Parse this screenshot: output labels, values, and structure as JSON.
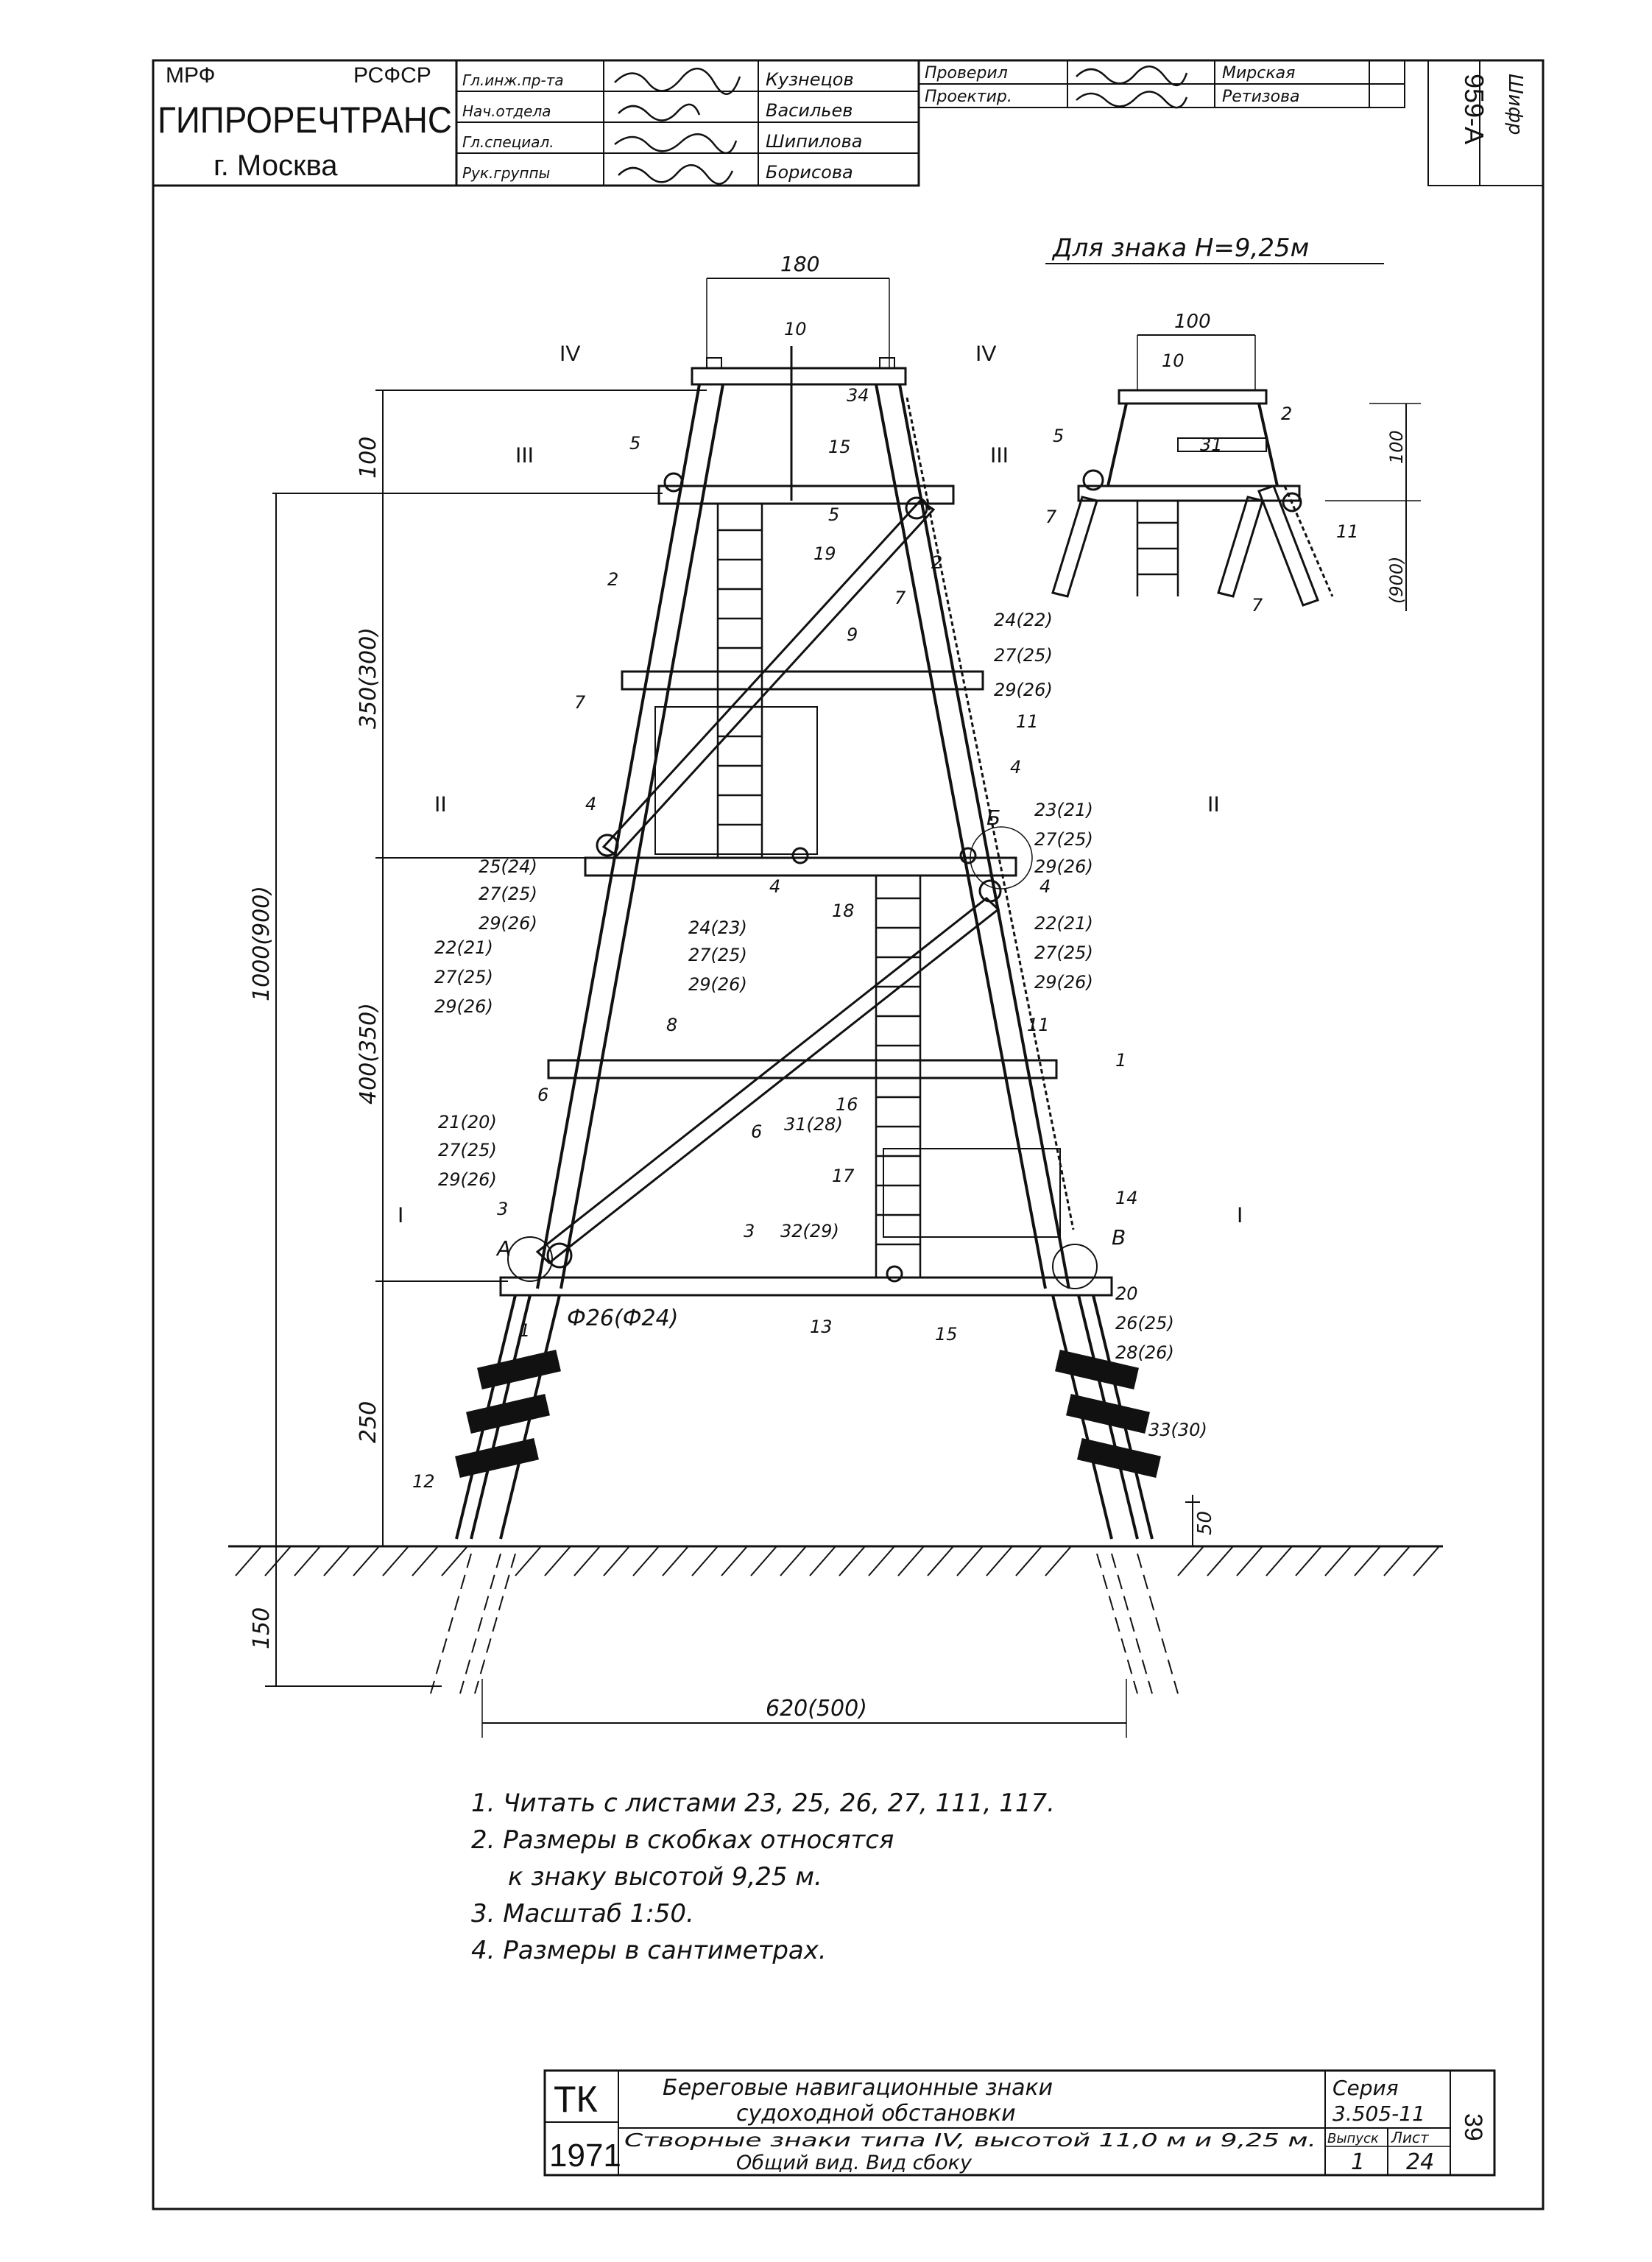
{
  "title_block": {
    "org_left": "МРФ",
    "org_right": "РСФСР",
    "institute": "ГИПРОРЕЧТРАНС",
    "city": "г. Москва",
    "roles": [
      "Гл.инж.пр-та",
      "Нач.отдела",
      "Гл.специал.",
      "Рук.группы"
    ],
    "names": [
      "Кузнецов",
      "Васильев",
      "Шипилова",
      "Борисова"
    ],
    "right_roles": [
      "Проверил",
      "Проектир."
    ],
    "right_names": [
      "Мирская",
      "Ретизова"
    ],
    "code": "959-А",
    "code_label": "Шифр"
  },
  "variant_note": "Для знака Н=9,25м",
  "dims": {
    "top_width": "180",
    "side_top_width": "100",
    "top_height": "100",
    "side_height": "100",
    "side_sub": "(900)",
    "upper_section": "350(300)",
    "total_height": "1000(900)",
    "lower_section": "400(350)",
    "ground_section": "250",
    "pile_depth": "150",
    "ground_offset": "50",
    "base_width": "620(500)",
    "pile_diam": "Ф26(Ф24)"
  },
  "sections": {
    "s1": "I",
    "s2": "II",
    "s3": "III",
    "s4": "IV",
    "node_a": "А",
    "node_b": "Б",
    "node_v": "В"
  },
  "callouts": [
    "10",
    "34",
    "15",
    "5",
    "19",
    "7",
    "2",
    "9",
    "11",
    "4",
    "8",
    "6",
    "1",
    "3",
    "14",
    "13",
    "17",
    "16",
    "18",
    "12",
    "20",
    "31",
    "1",
    "24(22)",
    "27(25)",
    "29(26)",
    "23(21)",
    "22(21)",
    "25(24)",
    "24(23)",
    "21(20)",
    "31(28)",
    "32(29)",
    "26(25)",
    "28(26)",
    "33(30)"
  ],
  "notes": [
    "1. Читать с листами 23, 25, 26, 27, 111, 117.",
    "2. Размеры в скобках относятся",
    "к знаку высотой 9,25 м.",
    "3. Масштаб 1:50.",
    "4. Размеры в сантиметрах."
  ],
  "stamp": {
    "tk": "ТК",
    "year": "1971",
    "title_line1": "Береговые навигационные знаки",
    "title_line2": "судоходной обстановки",
    "sheet_desc_line1": "Створные знаки типа IV, высотой 11,0 м и 9,25 м.",
    "sheet_desc_line2": "Общий вид. Вид сбоку",
    "series_label": "Серия",
    "series": "3.505-11",
    "issue_label": "Выпуск",
    "issue": "1",
    "sheet_label": "Лист",
    "sheet": "24",
    "page": "39"
  }
}
